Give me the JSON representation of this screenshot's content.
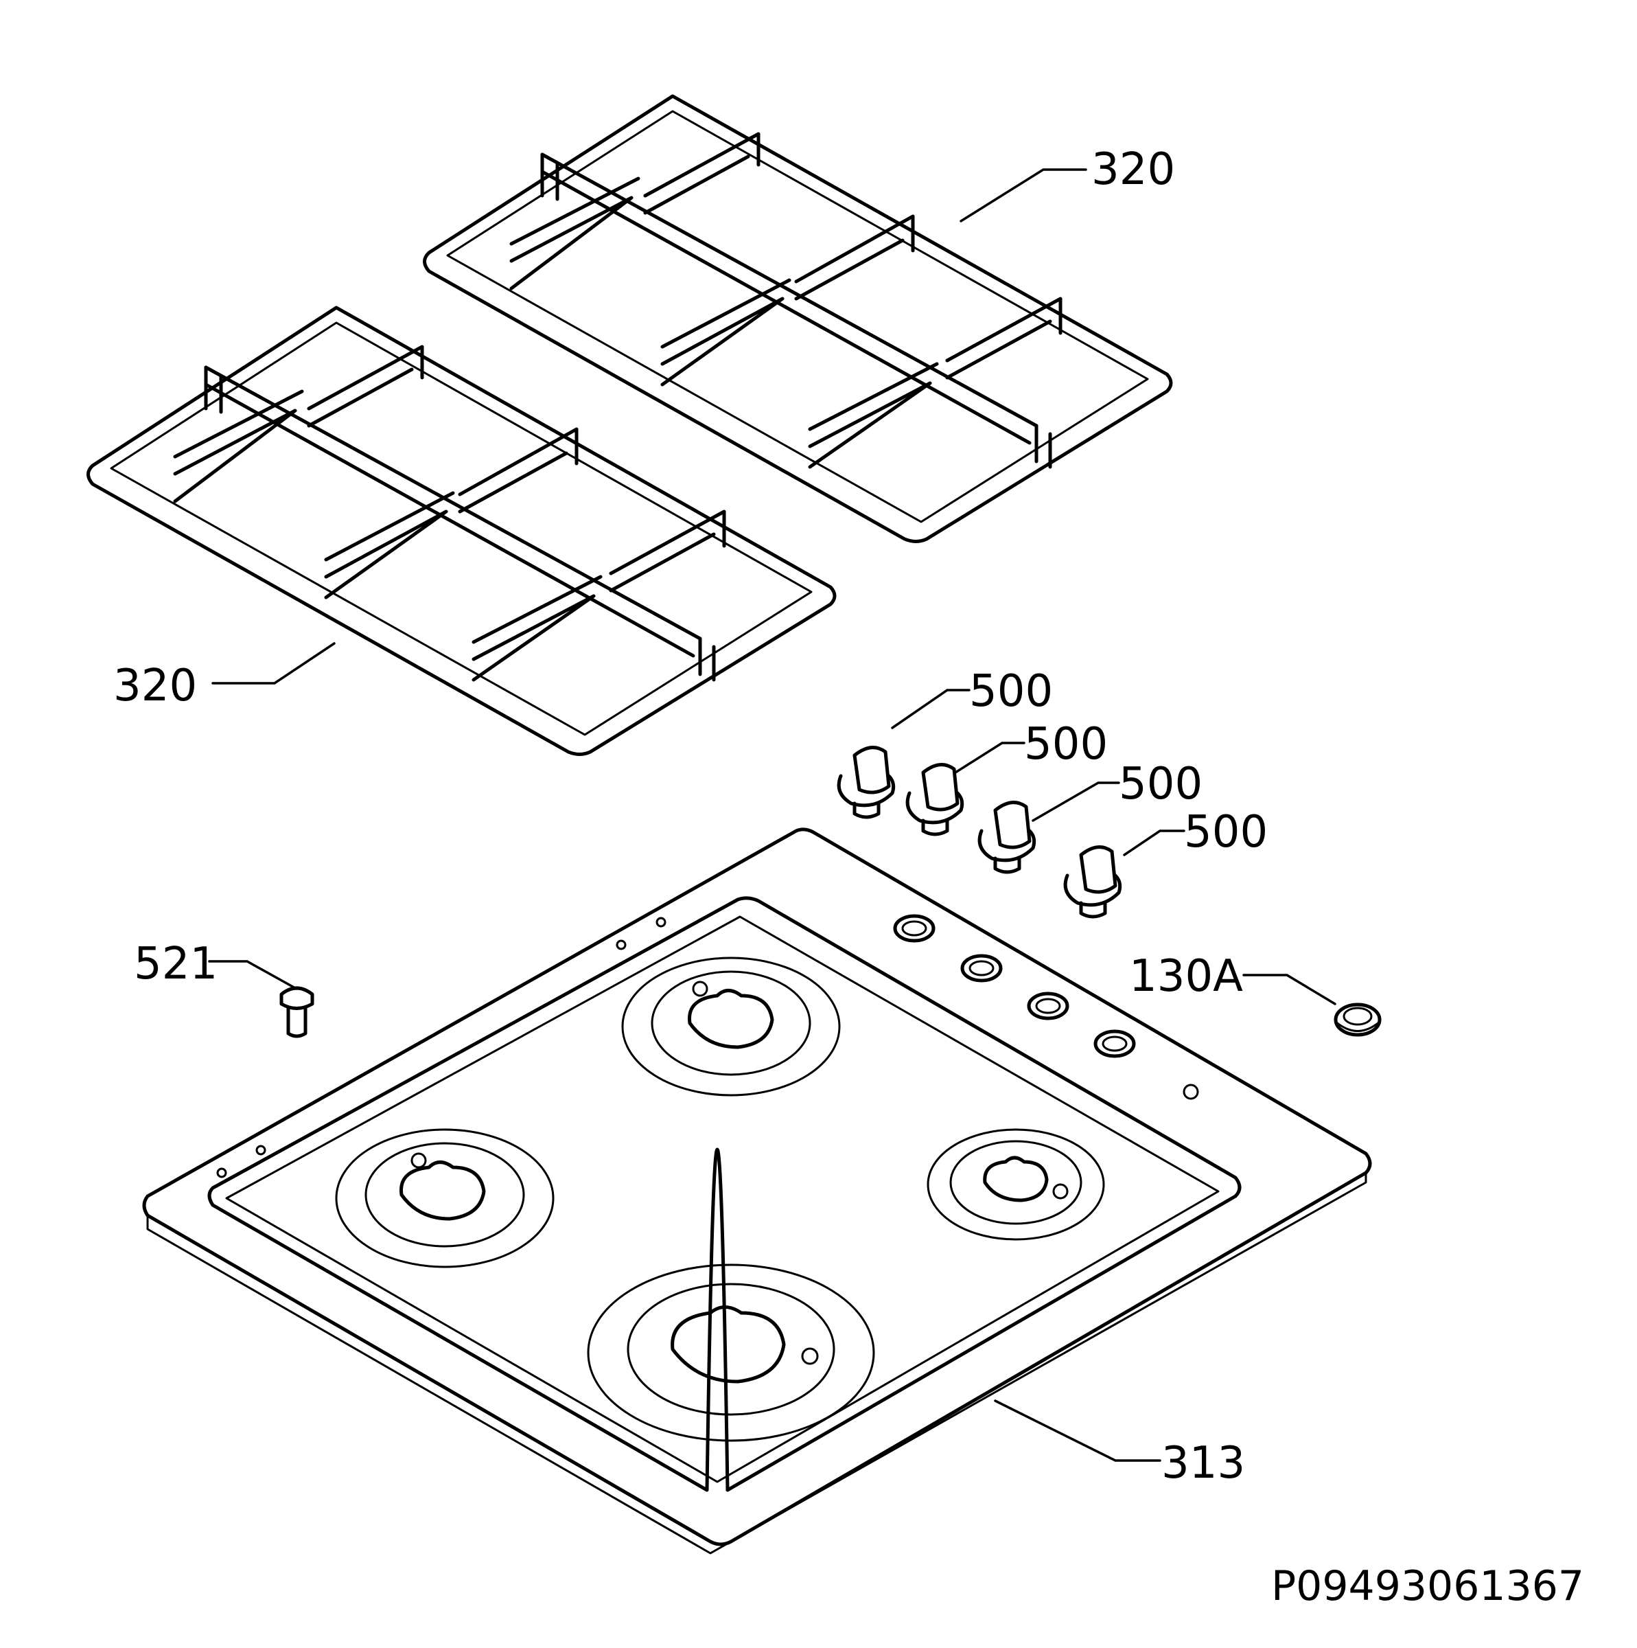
{
  "labels": {
    "grate_upper": "320",
    "grate_lower": "320",
    "knob_1": "500",
    "knob_2": "500",
    "knob_3": "500",
    "knob_4": "500",
    "screw": "521",
    "knob_seal": "130A",
    "hob_top": "313"
  },
  "drawing_code": "P09493061367"
}
